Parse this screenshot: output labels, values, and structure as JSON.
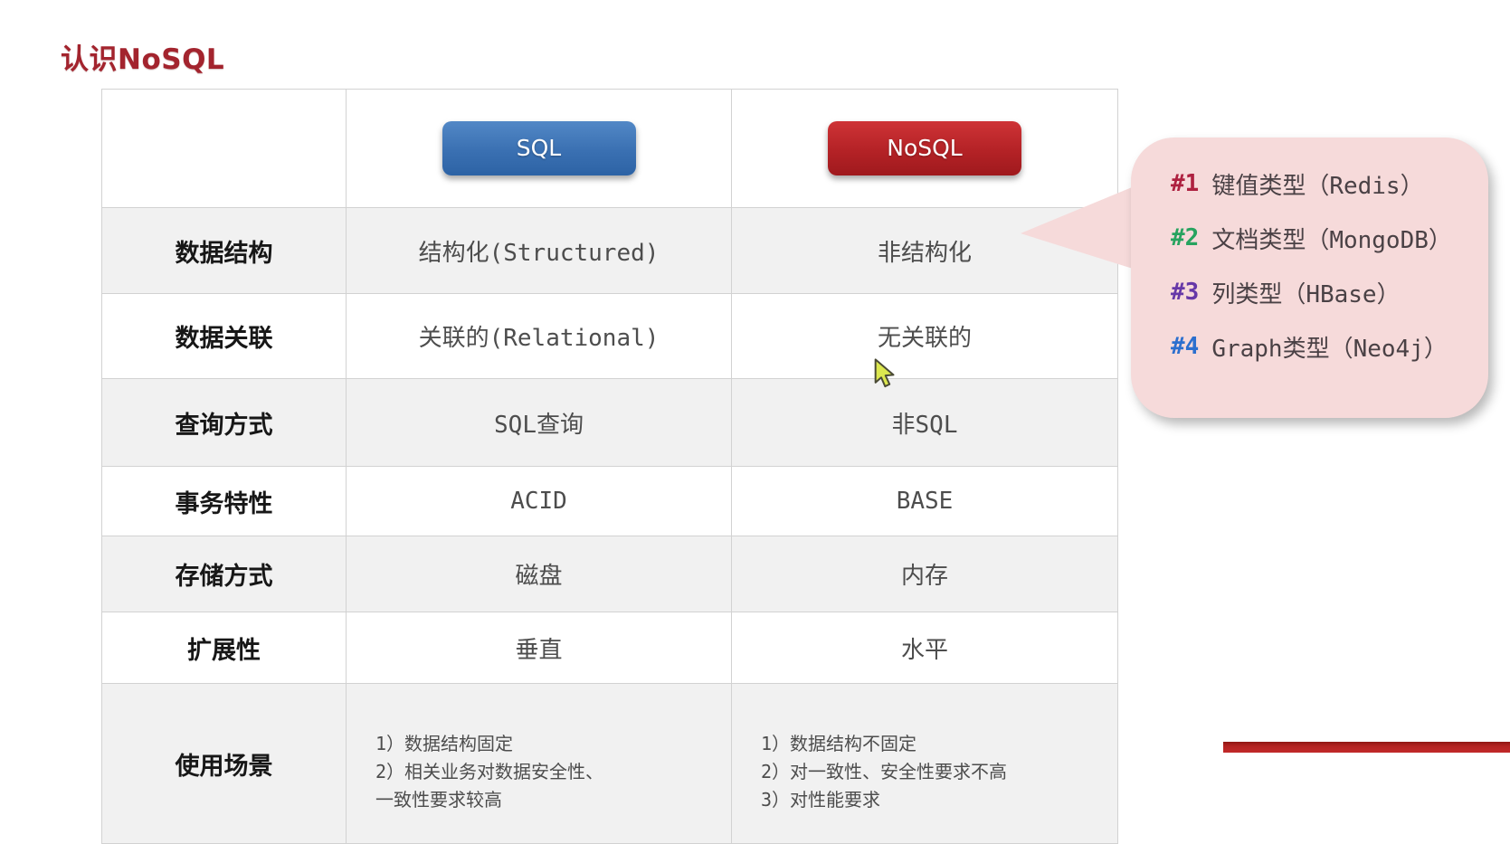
{
  "page": {
    "title": "认识NoSQL"
  },
  "table": {
    "header": {
      "sql_label": "SQL",
      "nosql_label": "NoSQL"
    },
    "rows": [
      {
        "label": "数据结构",
        "sql": "结构化(Structured)",
        "nosql": "非结构化"
      },
      {
        "label": "数据关联",
        "sql": "关联的(Relational)",
        "nosql": "无关联的"
      },
      {
        "label": "查询方式",
        "sql": "SQL查询",
        "nosql": "非SQL"
      },
      {
        "label": "事务特性",
        "sql": "ACID",
        "nosql": "BASE"
      },
      {
        "label": "存储方式",
        "sql": "磁盘",
        "nosql": "内存"
      },
      {
        "label": "扩展性",
        "sql": "垂直",
        "nosql": "水平"
      },
      {
        "label": "使用场景",
        "sql": "1）数据结构固定\n2）相关业务对数据安全性、\n一致性要求较高",
        "nosql": "1）数据结构不固定\n2）对一致性、安全性要求不高\n3）对性能要求"
      }
    ]
  },
  "callout": {
    "bg_color": "#f6dada",
    "items": [
      {
        "num": "#1",
        "num_color": "#ae2140",
        "text": "键值类型（Redis）"
      },
      {
        "num": "#2",
        "num_color": "#27a35f",
        "text": "文档类型（MongoDB）"
      },
      {
        "num": "#3",
        "num_color": "#6638a8",
        "text": "列类型（HBase）"
      },
      {
        "num": "#4",
        "num_color": "#2c6fce",
        "text": "Graph类型（Neo4j）"
      }
    ]
  },
  "colors": {
    "title": "#a3242e",
    "sql_button": "#3a70b2",
    "nosql_button": "#b42226",
    "row_stripe": "#f1f1f1",
    "table_border": "#d2d2d2"
  }
}
